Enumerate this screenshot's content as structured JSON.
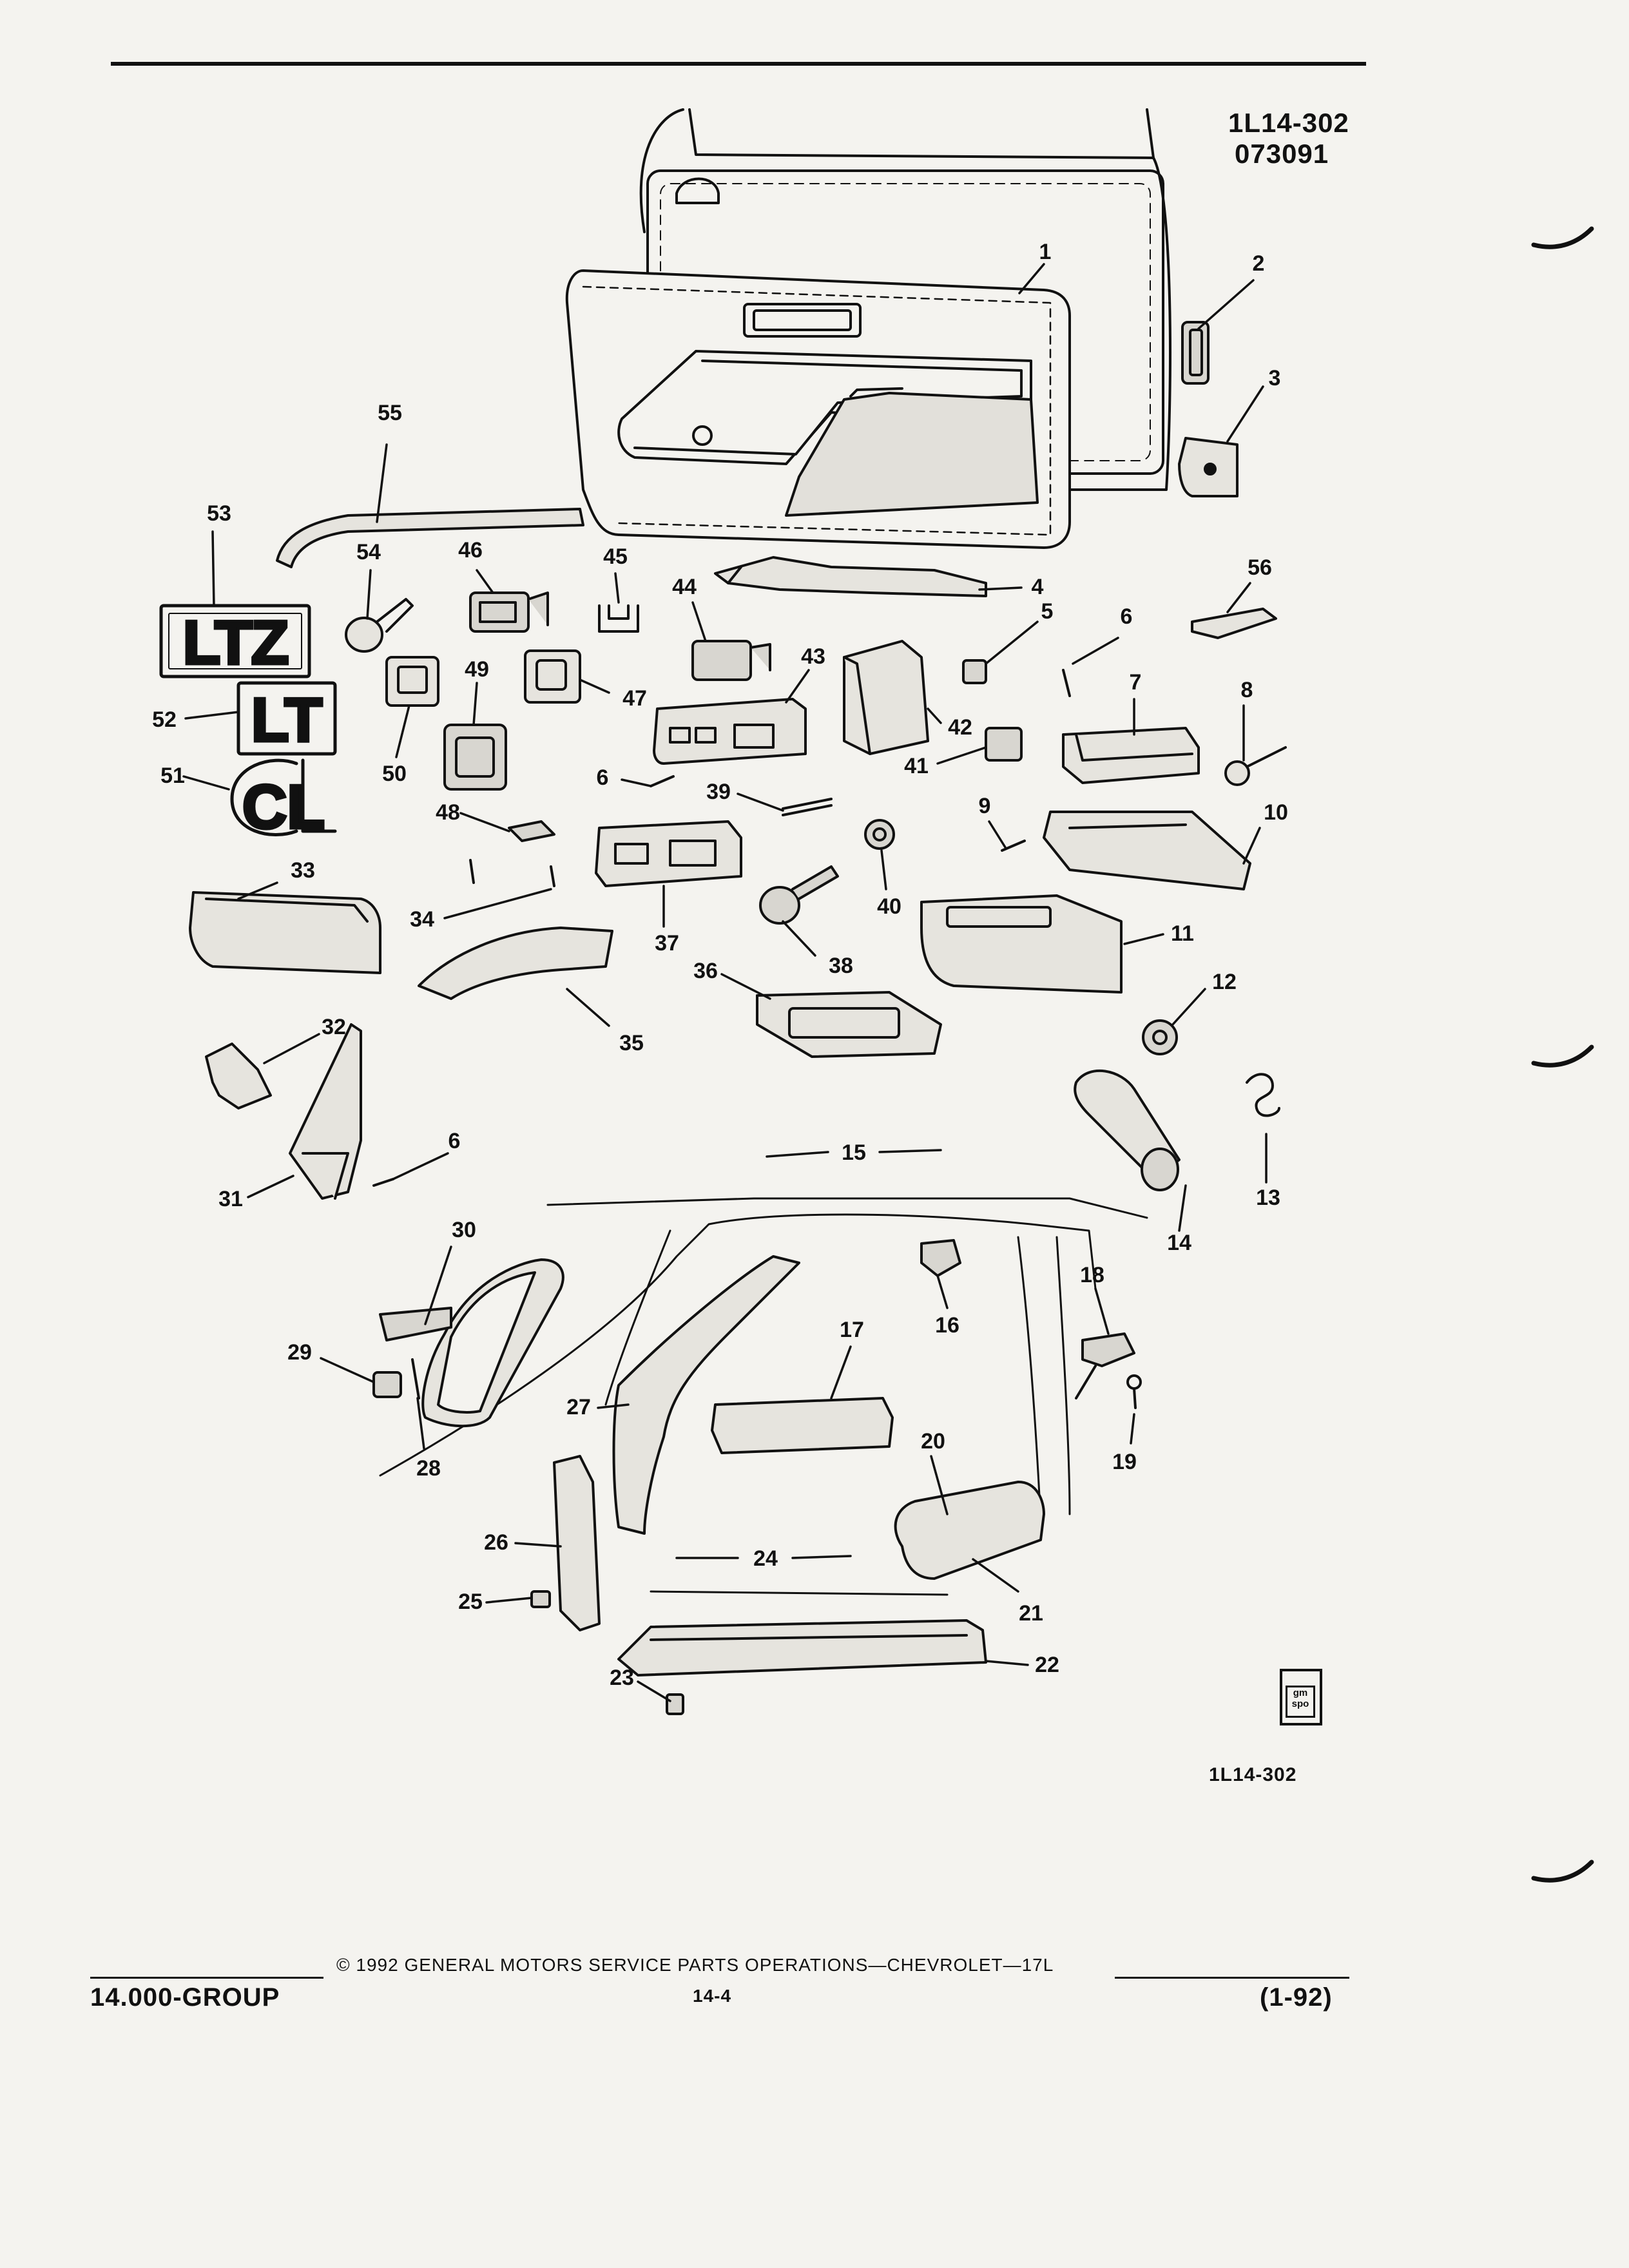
{
  "header": {
    "figure_code": "1L14-302",
    "figure_date": "073091"
  },
  "callouts": [
    {
      "id": "1"
    },
    {
      "id": "2"
    },
    {
      "id": "3"
    },
    {
      "id": "4"
    },
    {
      "id": "5"
    },
    {
      "id": "6"
    },
    {
      "id": "7"
    },
    {
      "id": "8"
    },
    {
      "id": "9"
    },
    {
      "id": "10"
    },
    {
      "id": "11"
    },
    {
      "id": "12"
    },
    {
      "id": "13"
    },
    {
      "id": "14"
    },
    {
      "id": "15"
    },
    {
      "id": "16"
    },
    {
      "id": "17"
    },
    {
      "id": "18"
    },
    {
      "id": "19"
    },
    {
      "id": "20"
    },
    {
      "id": "21"
    },
    {
      "id": "22"
    },
    {
      "id": "23"
    },
    {
      "id": "24"
    },
    {
      "id": "25"
    },
    {
      "id": "26"
    },
    {
      "id": "27"
    },
    {
      "id": "28"
    },
    {
      "id": "29"
    },
    {
      "id": "30"
    },
    {
      "id": "31"
    },
    {
      "id": "32"
    },
    {
      "id": "33"
    },
    {
      "id": "34"
    },
    {
      "id": "35"
    },
    {
      "id": "36"
    },
    {
      "id": "37"
    },
    {
      "id": "38"
    },
    {
      "id": "39"
    },
    {
      "id": "40"
    },
    {
      "id": "41"
    },
    {
      "id": "42"
    },
    {
      "id": "43"
    },
    {
      "id": "44"
    },
    {
      "id": "45"
    },
    {
      "id": "46"
    },
    {
      "id": "47"
    },
    {
      "id": "48"
    },
    {
      "id": "49"
    },
    {
      "id": "50"
    },
    {
      "id": "51"
    },
    {
      "id": "52"
    },
    {
      "id": "53"
    },
    {
      "id": "54"
    },
    {
      "id": "55"
    },
    {
      "id": "56"
    }
  ],
  "emblems": {
    "ltz": "LTZ",
    "lt": "LT",
    "cl": "CL"
  },
  "badge": {
    "text": "gm spo"
  },
  "figure_code_bottom": "1L14-302",
  "footer": {
    "copyright": "©  1992  GENERAL MOTORS SERVICE PARTS OPERATIONS—CHEVROLET—17L",
    "group": "14.000-GROUP",
    "page": "14-4",
    "revision": "(1-92)"
  }
}
